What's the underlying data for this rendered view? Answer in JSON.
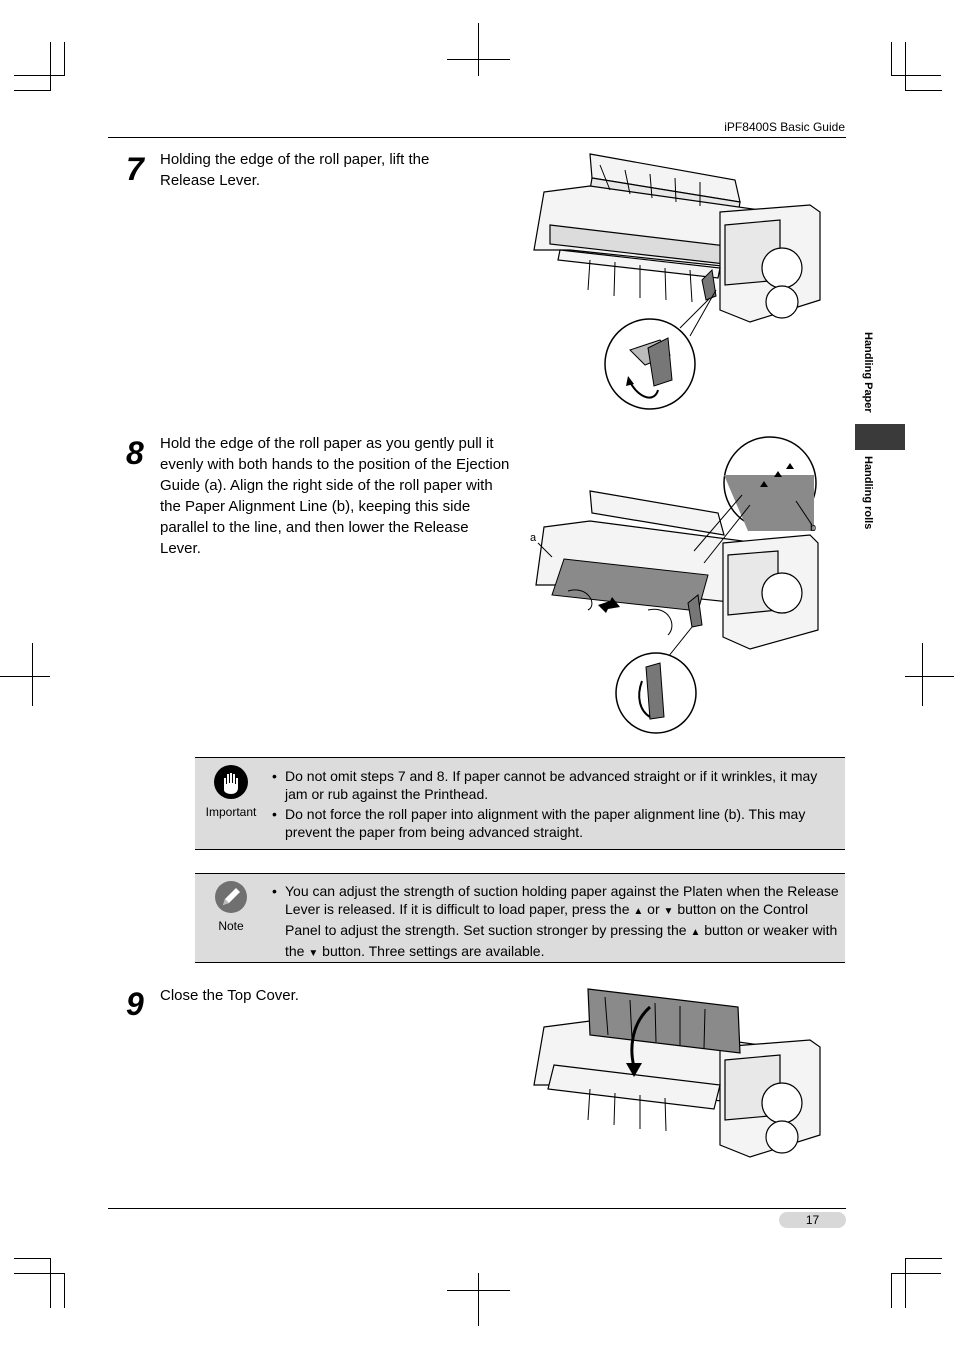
{
  "header": {
    "guide_title": "iPF8400S Basic Guide"
  },
  "side_tab": {
    "section": "Handling Paper",
    "subsection": "Handling rolls"
  },
  "steps": [
    {
      "number": "7",
      "text": "Holding the edge of the roll paper, lift the Release Lever."
    },
    {
      "number": "8",
      "text": "Hold the edge of the roll paper as you gently pull it evenly with both hands to the position of the Ejection Guide (a). Align the right side of the roll paper with the Paper Alignment Line (b), keeping this side parallel to the line, and then lower the Release Lever."
    },
    {
      "number": "9",
      "text": "Close the Top Cover."
    }
  ],
  "figure_labels": {
    "a": "a",
    "b": "b"
  },
  "important": {
    "label": "Important",
    "items": [
      "Do not omit steps 7 and 8. If paper cannot be advanced straight or if it wrinkles, it may jam or rub against the Printhead.",
      "Do not force the roll paper into alignment with the paper alignment line (b). This may prevent the paper from being advanced straight."
    ]
  },
  "note": {
    "label": "Note",
    "parts": {
      "p1": "You can adjust the strength of suction holding paper against the Platen when the Release Lever is released. If it is difficult to load paper, press the",
      "up1": "▲",
      "or": "or",
      "down1": "▼",
      "p2": "button on the Control Panel to adjust the strength. Set suction stronger by pressing the",
      "up2": "▲",
      "p3": "button or weaker with the",
      "down2": "▼",
      "p4": "button. Three settings are available."
    }
  },
  "footer": {
    "page_number": "17"
  },
  "colors": {
    "box_bg": "#dcdcdc",
    "tab_bar": "#3a3a3a",
    "pill": "#d8d8d8"
  }
}
